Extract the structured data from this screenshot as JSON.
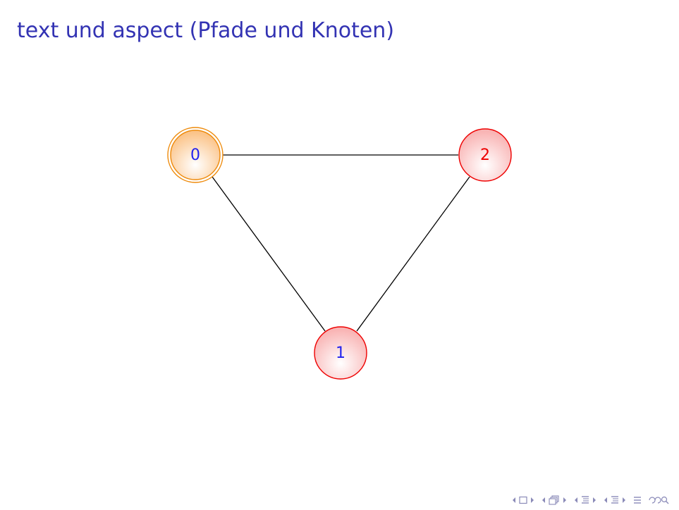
{
  "slide": {
    "title": "text und aspect (Pfade und Knoten)"
  },
  "graph": {
    "nodes": [
      {
        "id": "0",
        "label": "0",
        "style": "start",
        "border_color": "#ee8a0a",
        "fill_color": "#fde1bf",
        "label_color": "#2222ee"
      },
      {
        "id": "1",
        "label": "1",
        "style": "normal",
        "border_color": "#ee0000",
        "fill_color": "#fdd6d6",
        "label_color": "#2222ee"
      },
      {
        "id": "2",
        "label": "2",
        "style": "normal",
        "border_color": "#ee0000",
        "fill_color": "#fdd6d6",
        "label_color": "#ee0000"
      }
    ],
    "edges": [
      {
        "from": "0",
        "to": "2"
      },
      {
        "from": "0",
        "to": "1"
      },
      {
        "from": "2",
        "to": "1"
      }
    ]
  },
  "navigation": {
    "icons": [
      "frame-nav-icon",
      "subsection-nav-icon",
      "section-nav-icon",
      "presentation-nav-icon",
      "appendix-nav-icon",
      "search-nav-icon"
    ],
    "color": "#8a8ab8"
  }
}
